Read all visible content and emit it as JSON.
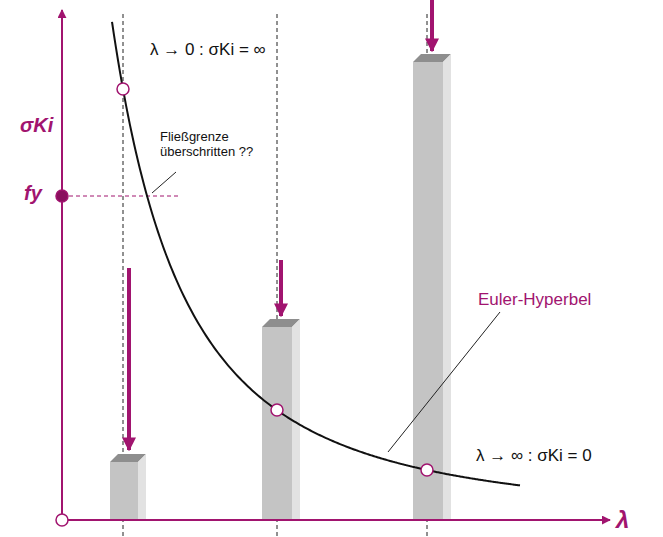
{
  "diagram": {
    "labels": [
      "σKi",
      "fy",
      "λ",
      "λ → 0 : σKi = ∞",
      "Fließgrenze überschritten ??",
      "Euler-Hyperbel",
      "λ → ∞ : σKi = 0"
    ]
  }
}
